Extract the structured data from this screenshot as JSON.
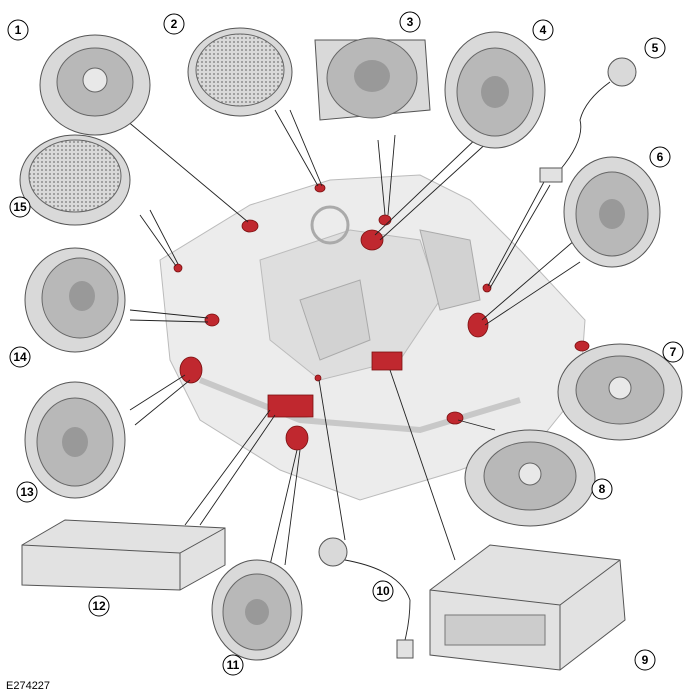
{
  "figure_id": "E274227",
  "callouts": [
    "1",
    "2",
    "3",
    "4",
    "5",
    "6",
    "7",
    "8",
    "9",
    "10",
    "11",
    "12",
    "13",
    "14",
    "15"
  ],
  "colors": {
    "highlight": "#c0282f",
    "component": "#d9d9d9",
    "vehicle": "#ececec"
  }
}
